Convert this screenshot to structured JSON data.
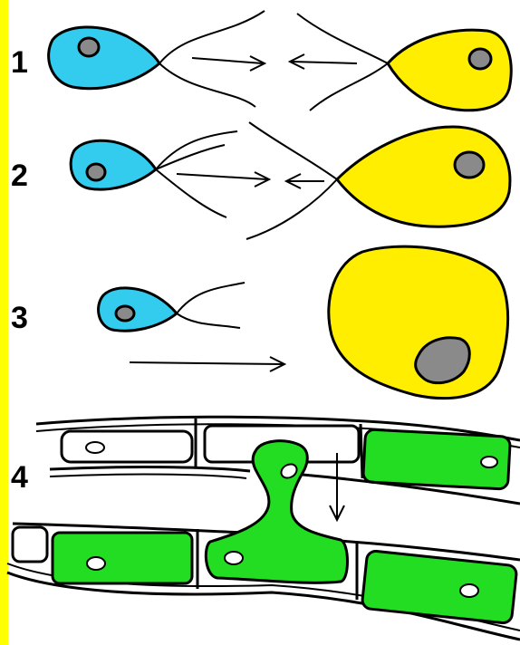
{
  "panels": [
    {
      "number": "1"
    },
    {
      "number": "2"
    },
    {
      "number": "3"
    },
    {
      "number": "4"
    }
  ],
  "colors": {
    "frame_strip": "#ffff00",
    "male_gamete": "#33ccee",
    "female_gamete": "#ffee00",
    "nucleus": "#8a8a8a",
    "chloroplast_cell": "#22dd22",
    "background": "#ffffff",
    "outline": "#000000"
  },
  "icons": [
    "arrow-right-icon",
    "arrow-left-icon",
    "arrow-down-icon"
  ]
}
